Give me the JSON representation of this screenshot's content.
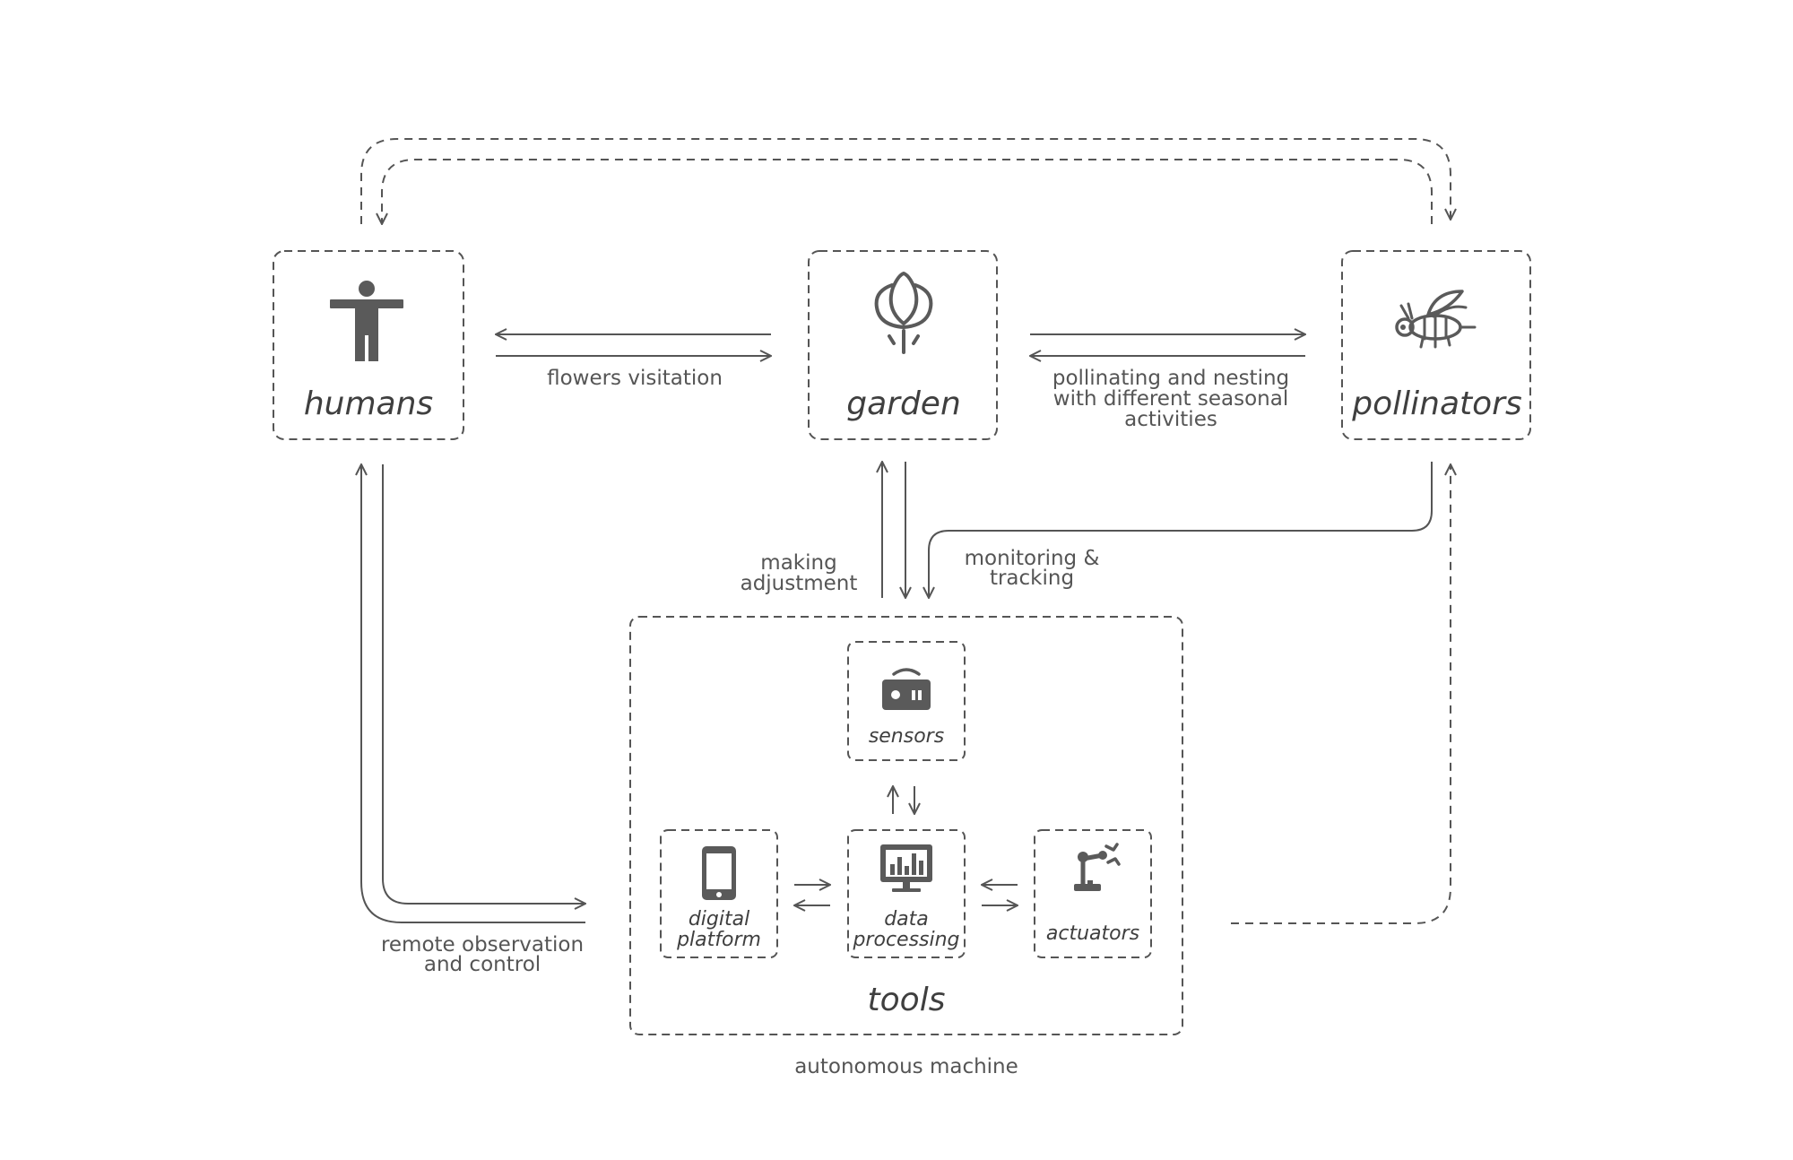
{
  "nodes": {
    "humans": {
      "label": "humans",
      "icon": "human-figure-icon"
    },
    "garden": {
      "label": "garden",
      "icon": "tulip-icon"
    },
    "pollinators": {
      "label": "pollinators",
      "icon": "bee-icon"
    },
    "tools": {
      "label": "tools"
    },
    "sensors": {
      "label": "sensors",
      "icon": "sensor-device-icon"
    },
    "digital_platform": {
      "label_line1": "digital",
      "label_line2": "platform",
      "icon": "smartphone-icon"
    },
    "data_processing": {
      "label_line1": "data",
      "label_line2": "processing",
      "icon": "monitor-chart-icon"
    },
    "actuators": {
      "label": "actuators",
      "icon": "robot-arm-icon"
    }
  },
  "edges": {
    "flowers_visitation": "flowers visitation",
    "pollinating_line1": "pollinating and nesting",
    "pollinating_line2": "with different seasonal",
    "pollinating_line3": "activities",
    "making_line1": "making",
    "making_line2": "adjustment",
    "monitoring_line1": "monitoring &",
    "monitoring_line2": "tracking",
    "remote_line1": "remote observation",
    "remote_line2": "and control"
  },
  "caption": "autonomous machine",
  "colors": {
    "stroke": "#555555",
    "icon": "#5a5a5a",
    "text": "#3f3f3f"
  }
}
